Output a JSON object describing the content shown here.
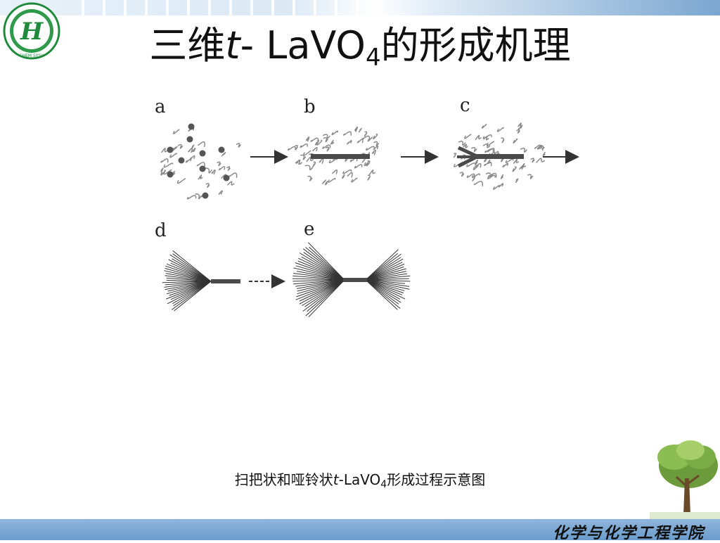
{
  "slide": {
    "title": {
      "prefix": "三维",
      "italic": "t",
      "middle": "- LaVO",
      "subscript": "4",
      "suffix": "的形成机理"
    },
    "panel_labels": [
      "a",
      "b",
      "c",
      "d",
      "e"
    ],
    "caption": {
      "prefix": "扫把状和哑铃状",
      "italic": "t",
      "middle": "-LaVO",
      "subscript": "4",
      "suffix": "形成过程示意图"
    },
    "footer": {
      "school_name": "化学与化学工程学院"
    },
    "logo": {
      "letter": "H",
      "sub_text": "CHEM SYSU"
    },
    "colors": {
      "top_band": "#7aa6d0",
      "bottom_band": "#6b9ccc",
      "logo_green": "#1f8a3b"
    }
  }
}
